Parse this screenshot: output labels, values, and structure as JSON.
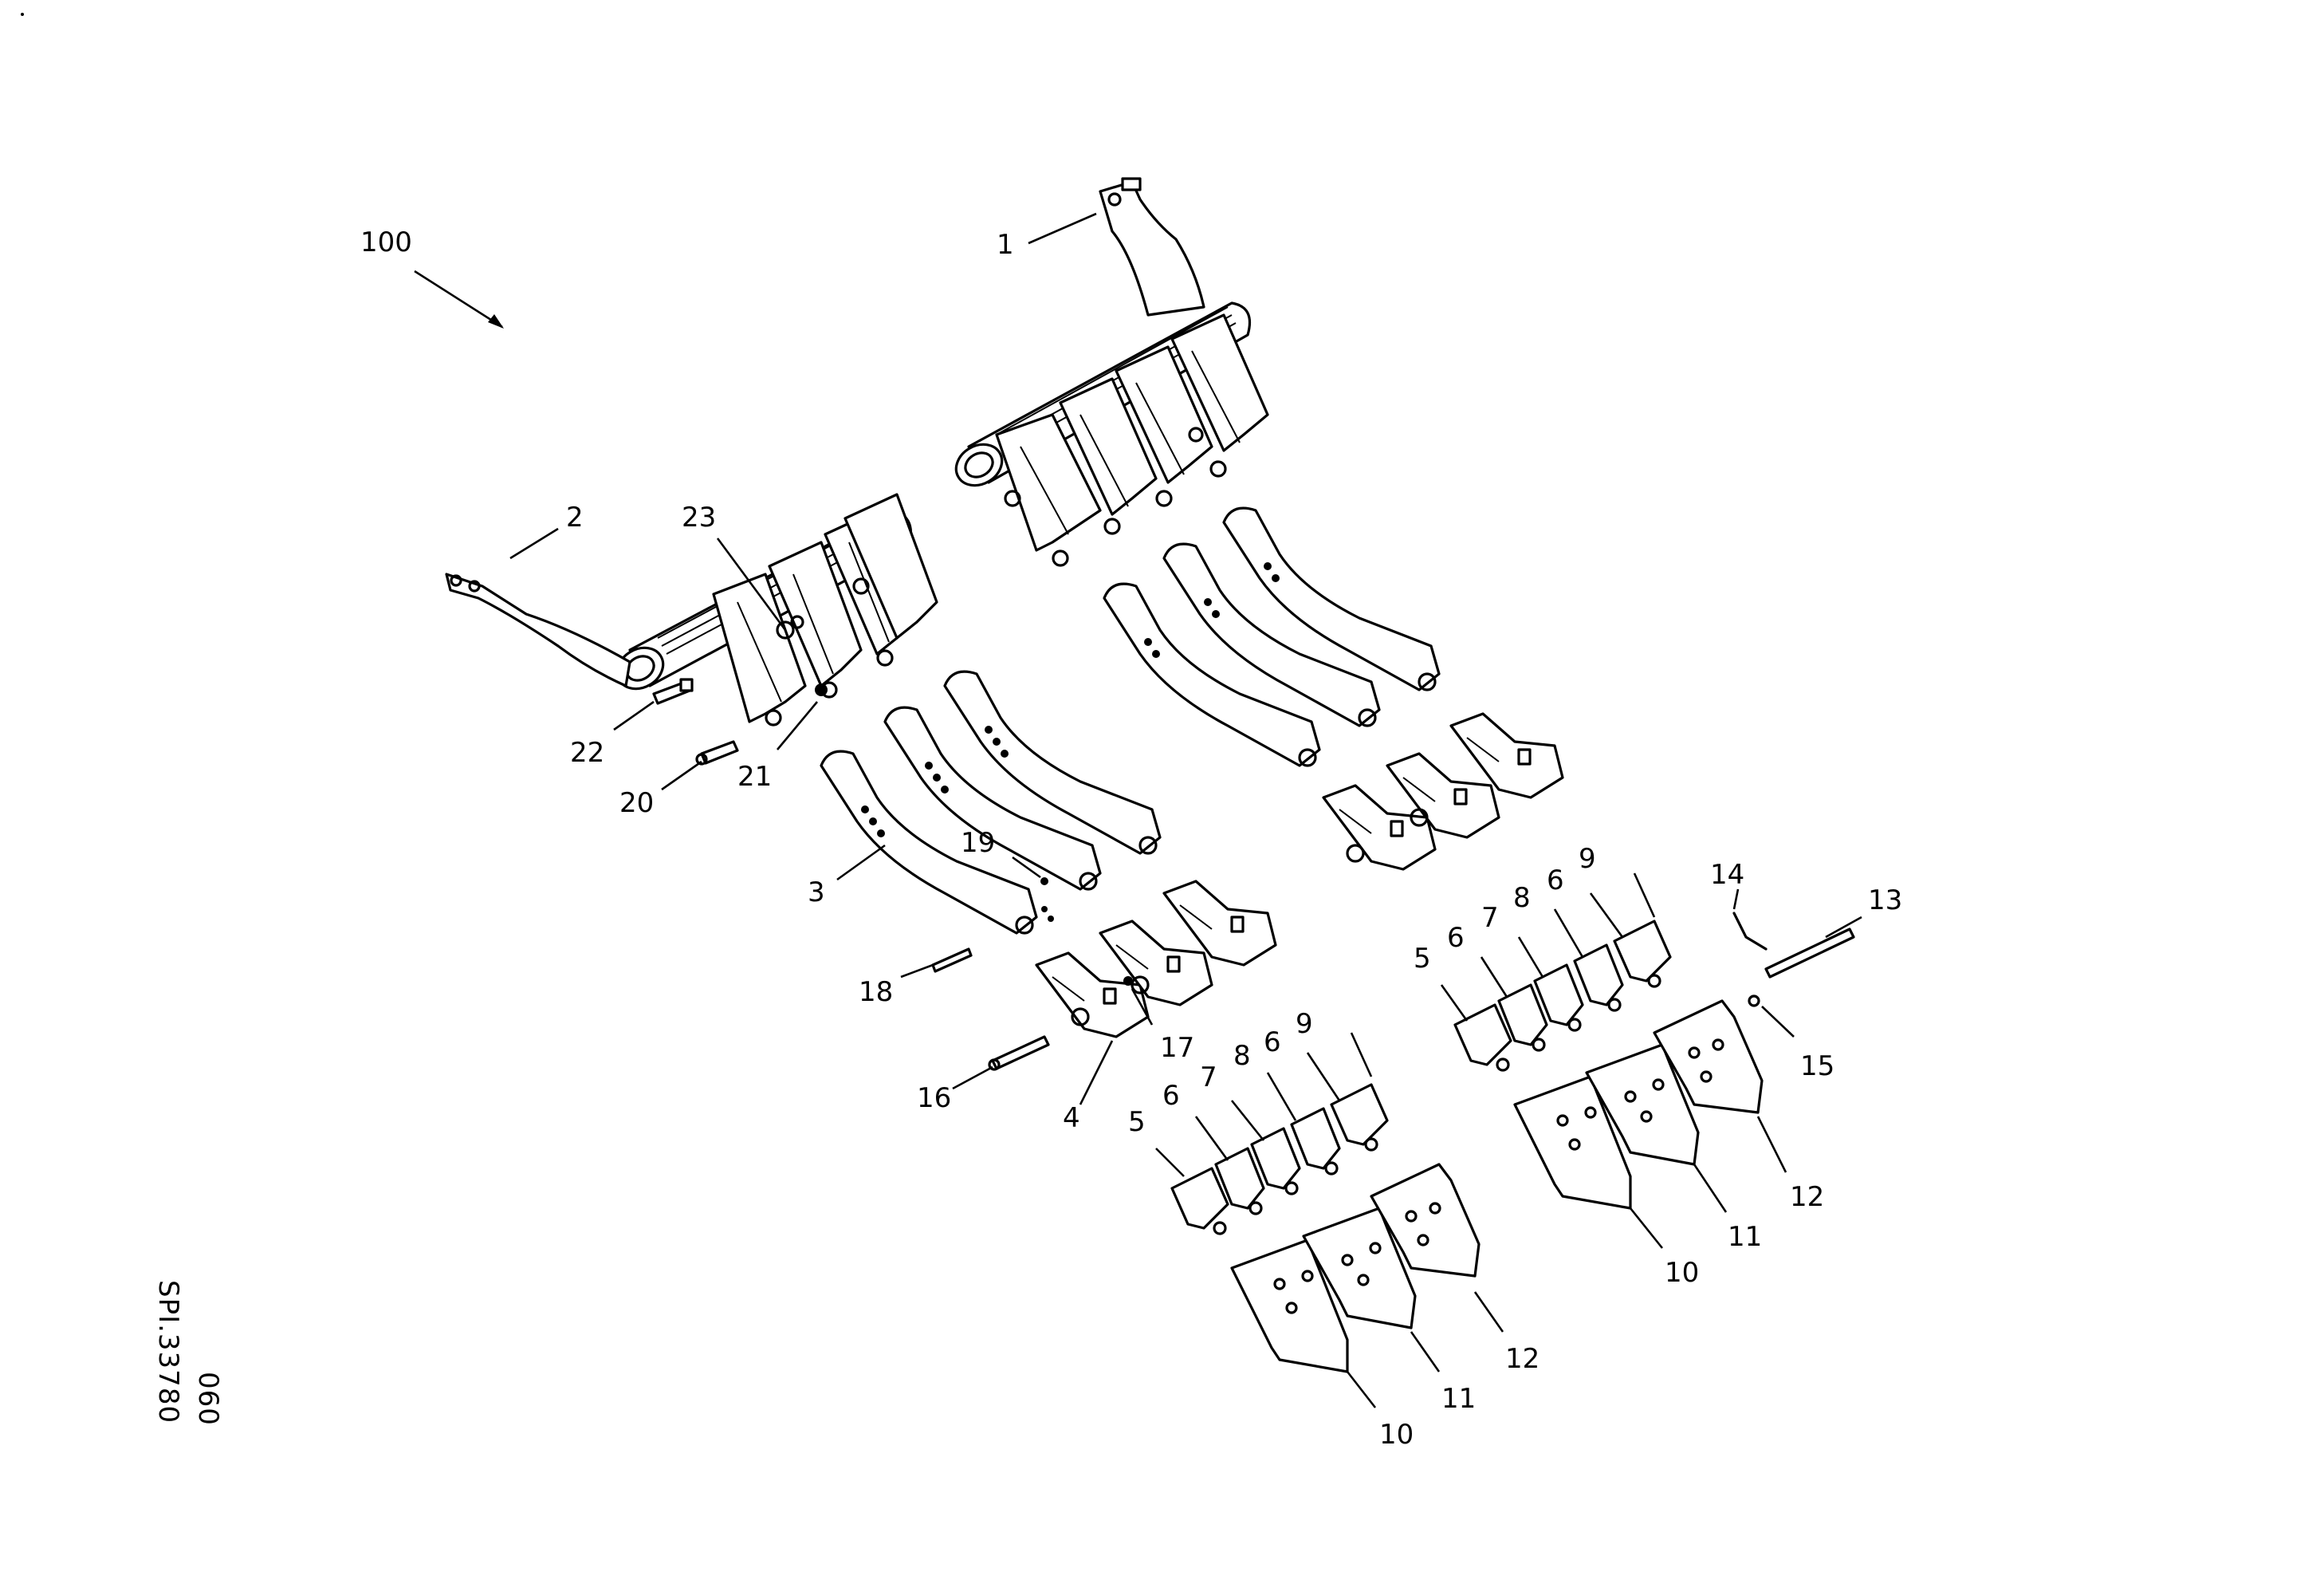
{
  "drawing": {
    "reference_code": "SPI.33780",
    "sheet_number": "060",
    "assembly_callout": "100"
  },
  "callouts": {
    "c1": "1",
    "c2": "2",
    "c3": "3",
    "c4": "4",
    "c5a": "5",
    "c6a": "6",
    "c7a": "7",
    "c8a": "8",
    "c6b": "6",
    "c9a": "9",
    "c10a": "10",
    "c11a": "11",
    "c12a": "12",
    "c5b": "5",
    "c6c": "6",
    "c7b": "7",
    "c8b": "8",
    "c6d": "6",
    "c9b": "9",
    "c10b": "10",
    "c11b": "11",
    "c12b": "12",
    "c13": "13",
    "c14": "14",
    "c15": "15",
    "c16": "16",
    "c17": "17",
    "c18": "18",
    "c19": "19",
    "c20": "20",
    "c21": "21",
    "c22": "22",
    "c23": "23"
  }
}
